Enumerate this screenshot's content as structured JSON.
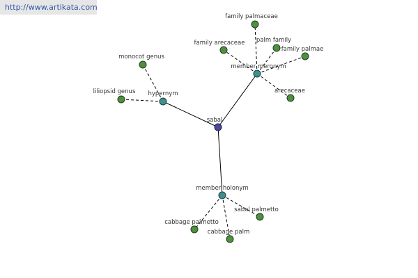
{
  "header": {
    "url": "http://www.artikata.com"
  },
  "colors": {
    "root_node": "#4a4a9c",
    "relation_node": "#3f8f8f",
    "leaf_node": "#4f8f3f",
    "node_stroke": "#1e3d1e",
    "edge": "#000000",
    "url_text": "#2f55a4",
    "url_bg": "#e6e6e6"
  },
  "graph": {
    "root": {
      "label": "sabal"
    },
    "relations": [
      {
        "id": "hypernym",
        "label": "hypernym",
        "members": [
          {
            "id": "monocot-genus",
            "label": "monocot genus"
          },
          {
            "id": "liliopsid-genus",
            "label": "liliopsid genus"
          }
        ]
      },
      {
        "id": "member-meronym",
        "label": "member meronym",
        "members": [
          {
            "id": "family-palmaceae",
            "label": "family palmaceae"
          },
          {
            "id": "family-arecaceae",
            "label": "family arecaceae"
          },
          {
            "id": "palm-family",
            "label": "palm family"
          },
          {
            "id": "family-palmae",
            "label": "family palmae"
          },
          {
            "id": "arecaceae",
            "label": "arecaceae"
          }
        ]
      },
      {
        "id": "member-holonym",
        "label": "member holonym",
        "members": [
          {
            "id": "sabal-palmetto",
            "label": "sabal palmetto"
          },
          {
            "id": "cabbage-palmetto",
            "label": "cabbage palmetto"
          },
          {
            "id": "cabbage-palm",
            "label": "cabbage palm"
          }
        ]
      }
    ]
  }
}
